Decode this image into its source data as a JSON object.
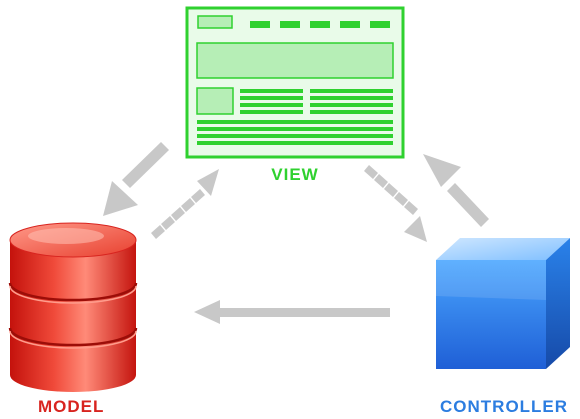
{
  "labels": {
    "view": "VIEW",
    "model": "MODEL",
    "controller": "CONTROLLER"
  },
  "colors": {
    "view": "#2fd12f",
    "view_fill": "#e9fbe9",
    "view_block": "#b6eeb6",
    "model": "#d8241f",
    "controller": "#2c7de0",
    "arrow": "#c8c8c8"
  },
  "icons": {
    "view": "webpage-wireframe-icon",
    "model": "database-cylinder-icon",
    "controller": "cube-icon"
  }
}
